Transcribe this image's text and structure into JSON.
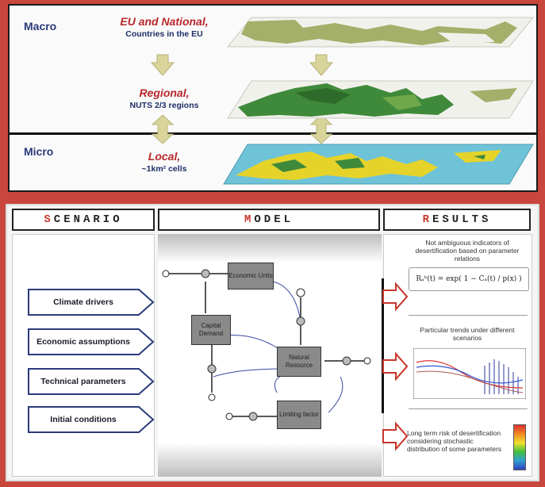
{
  "top": {
    "macro_label": "Macro",
    "micro_label": "Micro",
    "levels": [
      {
        "title": "EU and National,",
        "subtitle": "Countries in the EU"
      },
      {
        "title": "Regional,",
        "subtitle": "NUTS 2/3 regions"
      },
      {
        "title": "Local,",
        "subtitle": "~1km² cells"
      }
    ]
  },
  "headers": {
    "scenario_first": "S",
    "scenario_rest": "CENARIO",
    "model_first": "M",
    "model_rest": "ODEL",
    "results_first": "R",
    "results_rest": "ESULTS"
  },
  "scenario_inputs": [
    "Climate drivers",
    "Economic assumptions",
    "Technical parameters",
    "Initial conditions"
  ],
  "model_boxes": {
    "economic": "Economic Units",
    "capital": "Capital Demand",
    "natural": "Natural Resource",
    "limiting": "Limiting factor"
  },
  "results": {
    "r1": "Not ambiguous indicators of desertification based on parameter relations",
    "formula": "Rₐᵇ(t) = exp( 1 − Cₐ(t) / p(x) )",
    "r2": "Particular trends under different scenarios",
    "r3": "Long term risk of desertification considering stochastic distribution of some parameters"
  },
  "colors": {
    "frame": "#c8463c",
    "title_red": "#b8262b",
    "label_blue": "#2b3a7a",
    "map_green": "#a4b06a",
    "map_dark_green": "#3f8a3a",
    "map_blue": "#6ec3d8",
    "map_yellow": "#e6d32a"
  }
}
